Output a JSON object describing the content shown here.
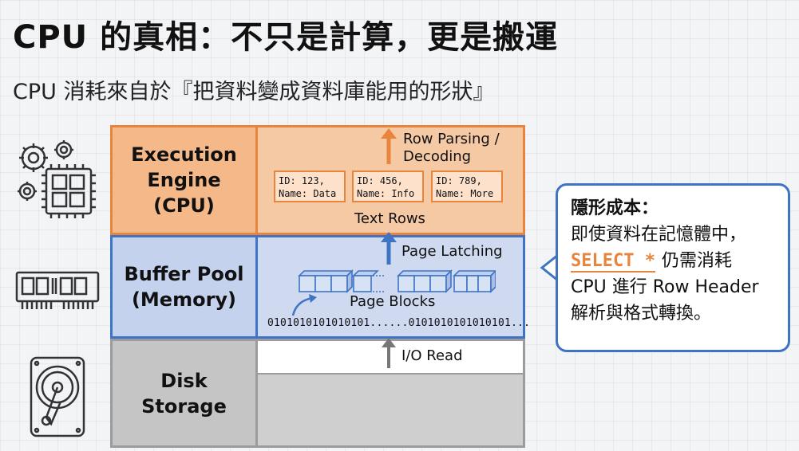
{
  "title": "CPU 的真相：不只是計算，更是搬運",
  "subtitle": "CPU 消耗來自於『把資料變成資料庫能用的形狀』",
  "layers": {
    "execution": {
      "line1": "Execution",
      "line2": "Engine",
      "line3": "(CPU)"
    },
    "buffer": {
      "line1": "Buffer Pool",
      "line2": "(Memory)"
    },
    "disk": {
      "line1": "Disk",
      "line2": "Storage"
    }
  },
  "execution_panel": {
    "arrow_label_line1": "Row Parsing /",
    "arrow_label_line2": "Decoding",
    "records": [
      {
        "id": "ID: 123,",
        "name": "Name: Data"
      },
      {
        "id": "ID: 456,",
        "name": "Name: Info"
      },
      {
        "id": "ID: 789,",
        "name": "Name: More"
      }
    ],
    "caption": "Text Rows"
  },
  "buffer_panel": {
    "arrow_label": "Page Latching",
    "blocks_label": "Page Blocks",
    "binary": "0101010101010101......0101010101010101..."
  },
  "disk_panel": {
    "arrow_label": "I/O Read"
  },
  "callout": {
    "heading": "隱形成本：",
    "line1": "即使資料在記憶體中，",
    "select": "SELECT *",
    "line2_rest": "仍需消耗",
    "line3": "CPU 進行 Row Header",
    "line4": "解析與格式轉換。"
  },
  "colors": {
    "orange": "#e8843b",
    "blue": "#3f74c4",
    "gray": "#9c9c9c"
  },
  "icons": [
    "gears-chip-icon",
    "memory-module-icon",
    "hard-disk-icon"
  ]
}
